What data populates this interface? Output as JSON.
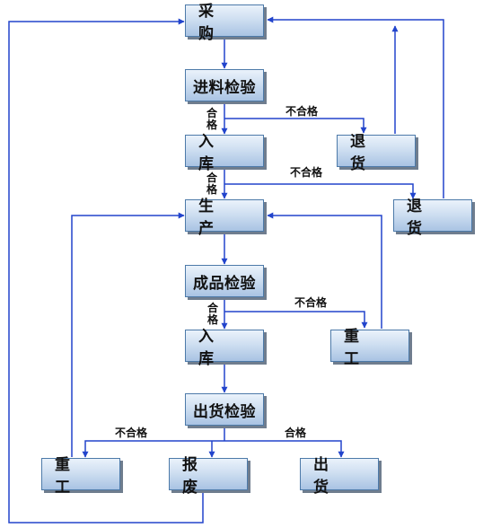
{
  "nodes": {
    "purchase": "采 购",
    "incoming_inspection": "进料检验",
    "storage_1": "入 库",
    "return_1": "退 货",
    "return_2": "退 货",
    "production": "生 产",
    "product_inspection": "成品检验",
    "storage_2": "入 库",
    "rework_1": "重 工",
    "shipment_inspection": "出货检验",
    "rework_2": "重 工",
    "scrap": "报 废",
    "ship": "出 货"
  },
  "labels": {
    "pass": "合格",
    "fail": "不合格"
  },
  "colors": {
    "line": "#2244cc",
    "box_top": "#eaf2fb",
    "box_bottom": "#a9c3e3",
    "box_border": "#4d7aa9"
  }
}
